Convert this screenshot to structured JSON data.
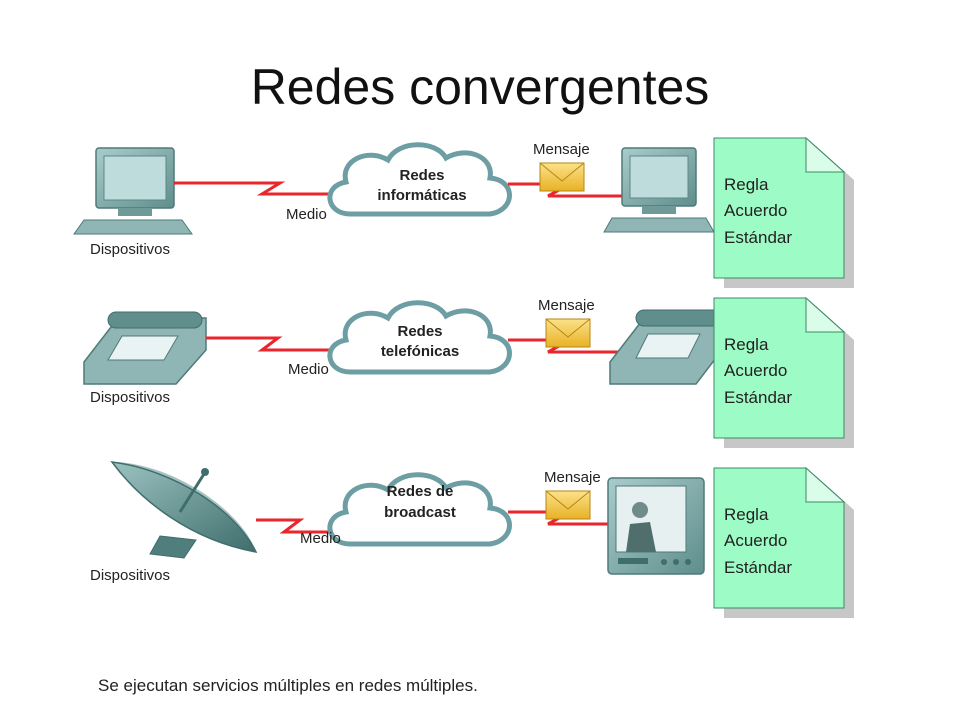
{
  "title": "Redes convergentes",
  "rows": [
    {
      "network": [
        "Redes",
        "informáticas"
      ],
      "medium": "Medio",
      "message": "Mensaje",
      "devices": "Dispositivos",
      "rules": [
        "Regla",
        "Acuerdo",
        "Estándar"
      ]
    },
    {
      "network": [
        "Redes",
        "telefónicas"
      ],
      "medium": "Medio",
      "message": "Mensaje",
      "devices": "Dispositivos",
      "rules": [
        "Regla",
        "Acuerdo",
        "Estándar"
      ]
    },
    {
      "network": [
        "Redes de",
        "broadcast"
      ],
      "medium": "Medio",
      "message": "Mensaje",
      "devices": "Dispositivos",
      "rules": [
        "Regla",
        "Acuerdo",
        "Estándar"
      ]
    }
  ],
  "footer": "Se ejecutan servicios múltiples en redes múltiples.",
  "colors": {
    "link": "#e8262b",
    "cloud_stroke": "#6c9ea3",
    "doc_fill": "#9dfbc5",
    "device": "#7fa8a6",
    "envelope": "#f1c43c"
  }
}
